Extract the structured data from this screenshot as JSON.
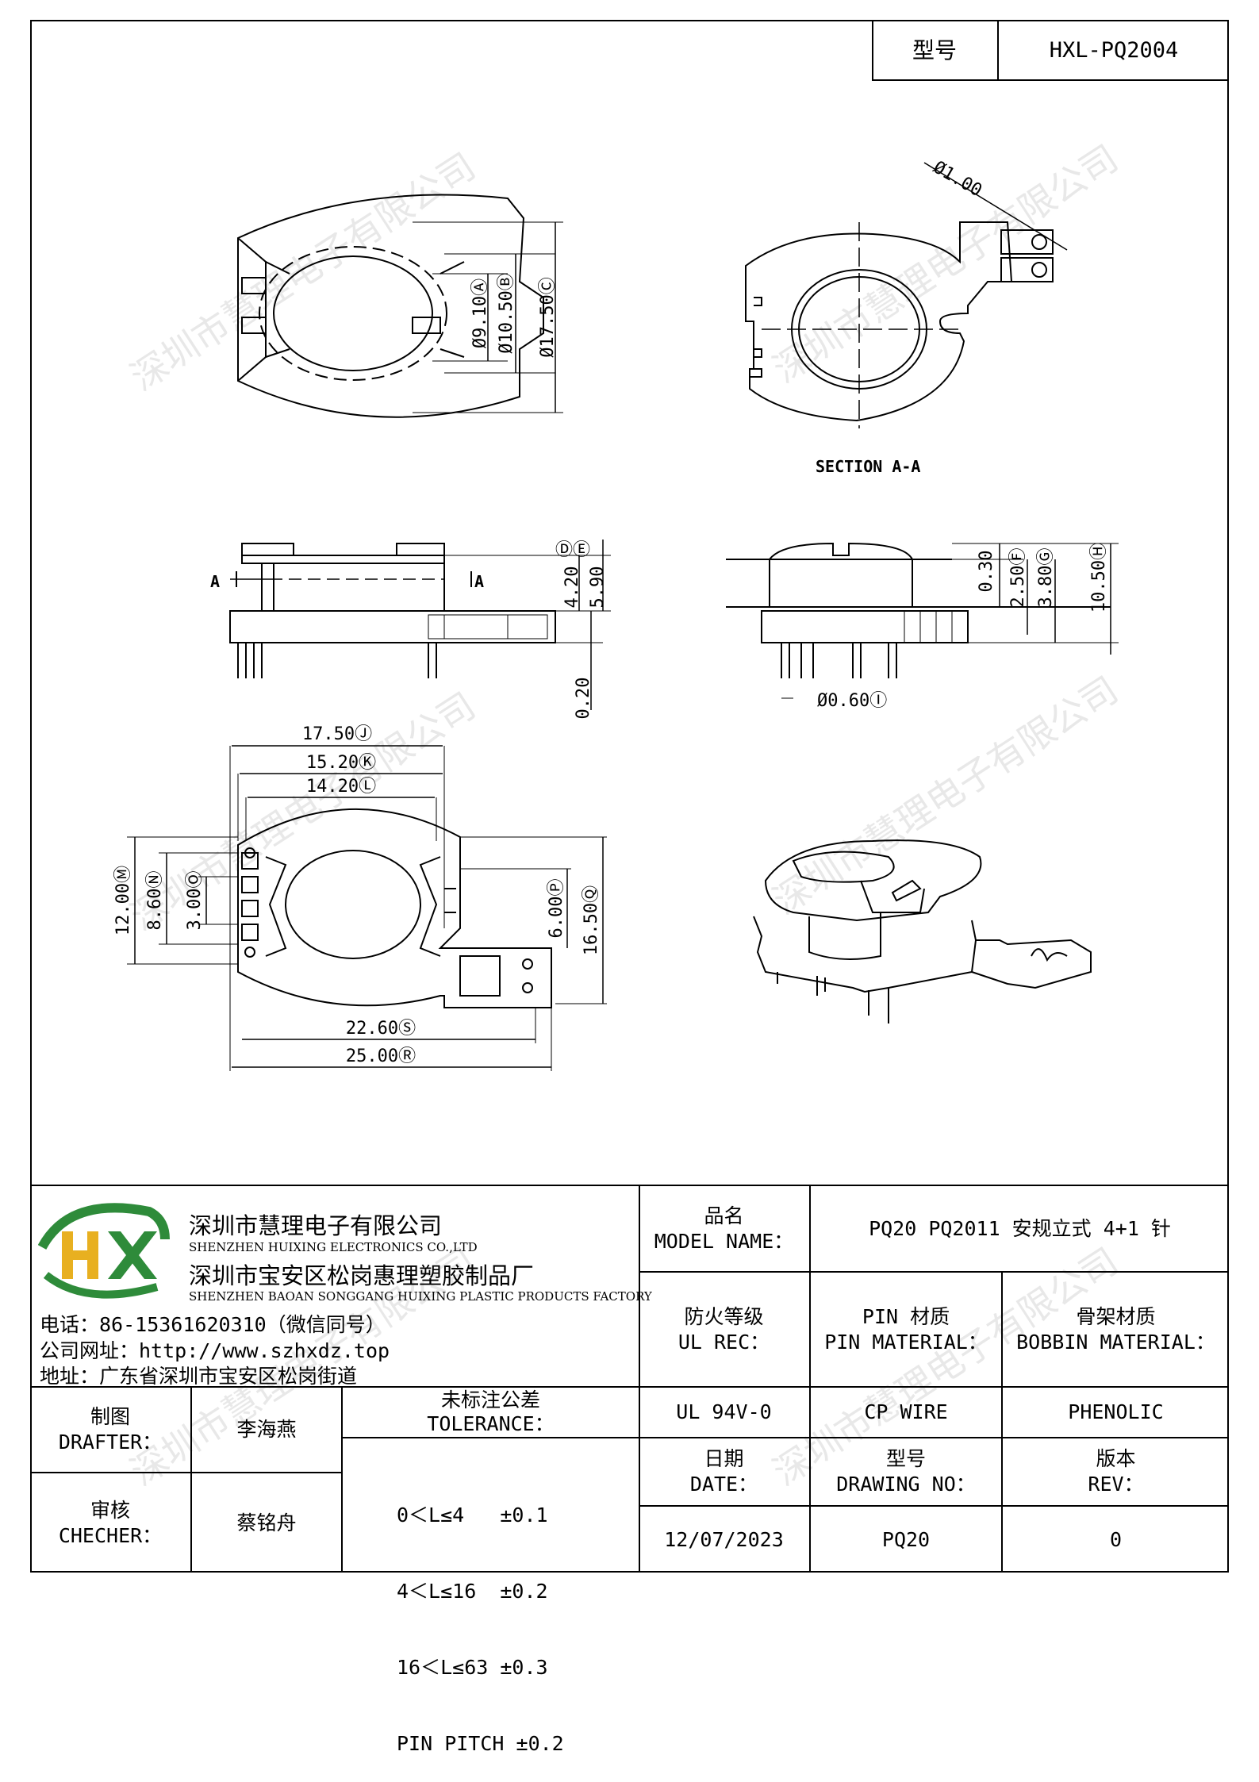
{
  "header": {
    "type_label": "型号",
    "type_value": "HXL-PQ2004"
  },
  "drawing": {
    "section_label": "SECTION A-A",
    "section_marker": "A",
    "dims_top": [
      "Ø9.10Ⓐ",
      "Ø10.50Ⓑ",
      "Ø17.50Ⓒ"
    ],
    "dim_pin_hole": "Ø1.00",
    "dims_side": [
      "4.20",
      "5.90",
      "0.20",
      "ⒹⒺ"
    ],
    "dims_right_side": [
      "0.30",
      "2.50Ⓕ",
      "3.80Ⓖ",
      "10.50Ⓗ",
      "Ø0.60Ⓘ"
    ],
    "dims_bottom": [
      "17.50Ⓙ",
      "15.20Ⓚ",
      "14.20Ⓛ",
      "12.00Ⓜ",
      "8.60Ⓝ",
      "3.00Ⓞ",
      "6.00Ⓟ",
      "16.50Ⓠ",
      "22.60Ⓢ",
      "25.00Ⓡ"
    ]
  },
  "company": {
    "logo_text": "HX",
    "name_cn": "深圳市慧理电子有限公司",
    "name_en": "SHENZHEN HUIXING ELECTRONICS CO.,LTD",
    "factory_cn": "深圳市宝安区松岗惠理塑胶制品厂",
    "factory_en": "SHENZHEN BAOAN SONGGANG HUIXING PLASTIC PRODUCTS FACTORY",
    "phone": "电话：86-15361620310（微信同号）",
    "website": "公司网址：http://www.szhxdz.top",
    "address": "地址：广东省深圳市宝安区松岗街道"
  },
  "title_block": {
    "model_name_cn": "品名",
    "model_name_en": "MODEL NAME：",
    "model_name_value": "PQ20 PQ2011 安规立式 4+1 针",
    "ul_cn": "防火等级",
    "ul_en": "UL REC：",
    "ul_value": "UL 94V-0",
    "pin_cn": "PIN 材质",
    "pin_en": "PIN MATERIAL：",
    "pin_value": "CP WIRE",
    "bobbin_cn": "骨架材质",
    "bobbin_en": "BOBBIN MATERIAL：",
    "bobbin_value": "PHENOLIC",
    "drafter_cn": "制图",
    "drafter_en": "DRAFTER：",
    "drafter_value": "李海燕",
    "checker_cn": "审核",
    "checker_en": "CHECHER：",
    "checker_value": "蔡铭舟",
    "tolerance_cn": "未标注公差",
    "tolerance_en": "TOLERANCE：",
    "tolerance_lines": [
      "0＜L≤4   ±0.1",
      "4＜L≤16  ±0.2",
      "16＜L≤63 ±0.3",
      "PIN PITCH ±0.2"
    ],
    "date_cn": "日期",
    "date_en": "DATE：",
    "date_value": "12/07/2023",
    "drawing_no_cn": "型号",
    "drawing_no_en": "DRAWING NO：",
    "drawing_no_value": "PQ20",
    "rev_cn": "版本",
    "rev_en": "REV：",
    "rev_value": "0"
  },
  "watermark": "深圳市慧理电子有限公司"
}
